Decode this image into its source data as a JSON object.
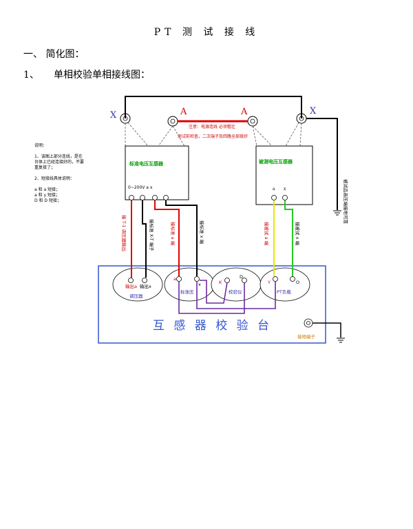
{
  "doc": {
    "title": "PT 测 试 接 线",
    "section_heading": "一、 简化图：",
    "subsection_num": "1、",
    "subsection_text": "单相校验单相接线图："
  },
  "diagram": {
    "terminal_X_left": "X",
    "terminal_A_left": "A",
    "terminal_A_right": "A",
    "terminal_X_right": "X",
    "note_line1": "注意：电源连线   必须粗壮",
    "note_line2": "测试前检查，二次端子及回路全部接好",
    "std_pt_label": "标准电压互感器",
    "test_pt_label": "被测电压互感器",
    "std_terminals": "0~200V  a  x",
    "test_terminal_a": "a",
    "test_terminal_x": "x",
    "legend_title": "说明：",
    "legend_line1": "1、该图上部分连线，是在",
    "legend_line2": "台体上已经连接好的，不要",
    "legend_line3": "重复接了；",
    "legend_line4": "2、短接线具体说明：",
    "legend_line5": "a 和 a 短接；",
    "legend_line6": "a 和 y 短接；",
    "legend_line7": "D 和 D 短接；",
    "ground_note": "被试品高压端接地可靠",
    "wire_label_1": "接 T-1 调压器输出",
    "wire_label_2": "接标准 X-T 端子",
    "wire_label_3": "接标准 a 端",
    "wire_label_4": "接标准 x 端",
    "wire_label_5": "接被试 a 端",
    "wire_label_6": "接被试 x 端",
    "panel_title": "互 感 器 校 验 台",
    "module_regulator": "调压器",
    "module_regulator_out1": "输出a",
    "module_regulator_out2": "输出x",
    "module_std": "标准压",
    "module_check": "校验仪",
    "module_pt_load": "PT负载",
    "term_a1": "a",
    "term_x1": "x",
    "term_k": "K",
    "term_d": "D",
    "term_y": "Y",
    "term_o": "O",
    "ground_terminal": "接地端子"
  }
}
